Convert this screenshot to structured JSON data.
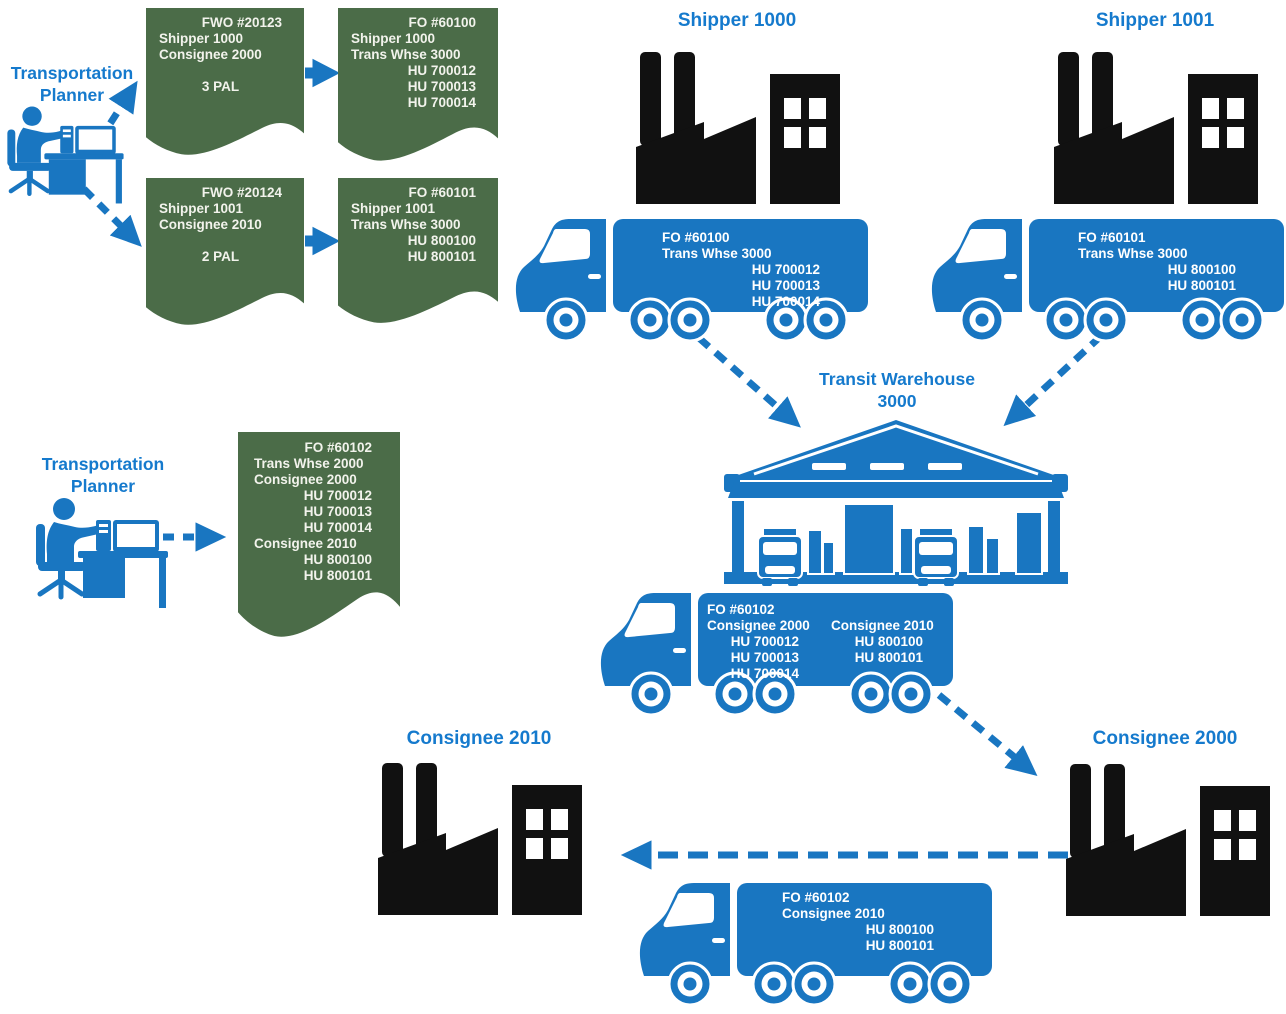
{
  "colors": {
    "accent_blue": "#1976C1",
    "label_blue": "#157ACD",
    "document_green": "#4B6C48",
    "factory_black": "#111111",
    "document_text": "#F2F3EC"
  },
  "planner_top": {
    "line1": "Transportation",
    "line2": "Planner"
  },
  "planner_left": {
    "line1": "Transportation",
    "line2": "Planner"
  },
  "locations": {
    "shipper_1000": "Shipper 1000",
    "shipper_1001": "Shipper 1001",
    "transit_warehouse_line1": "Transit Warehouse",
    "transit_warehouse_line2": "3000",
    "consignee_2010": "Consignee 2010",
    "consignee_2000": "Consignee 2000"
  },
  "documents": {
    "fwo_20123": {
      "title": "FWO #20123",
      "line1": "Shipper 1000",
      "line2": "Consignee 2000",
      "qty": "3 PAL"
    },
    "fo_60100": {
      "title": "FO #60100",
      "line1": "Shipper 1000",
      "line2": "Trans Whse 3000",
      "hu1": "HU 700012",
      "hu2": "HU 700013",
      "hu3": "HU 700014"
    },
    "fwo_20124": {
      "title": "FWO #20124",
      "line1": "Shipper 1001",
      "line2": "Consignee 2010",
      "qty": "2 PAL"
    },
    "fo_60101": {
      "title": "FO #60101",
      "line1": "Shipper 1001",
      "line2": "Trans Whse 3000",
      "hu1": "HU 800100",
      "hu2": "HU 800101"
    },
    "fo_60102": {
      "title": "FO #60102",
      "line1": "Trans Whse 2000",
      "line2": "Consignee 2000",
      "hu1": "HU 700012",
      "hu2": "HU 700013",
      "hu3": "HU 700014",
      "line3": "Consignee 2010",
      "hu4": "HU 800100",
      "hu5": "HU 800101"
    }
  },
  "trucks": {
    "to_warehouse_1": {
      "line1": "FO #60100",
      "line2": "Trans Whse 3000",
      "hu1": "HU 700012",
      "hu2": "HU 700013",
      "hu3": "HU 700014"
    },
    "to_warehouse_2": {
      "line1": "FO #60101",
      "line2": "Trans Whse 3000",
      "hu1": "HU 800100",
      "hu2": "HU 800101"
    },
    "from_warehouse": {
      "line1": "FO #60102",
      "col1_line": "Consignee 2000",
      "col1_hu1": "HU 700012",
      "col1_hu2": "HU 700013",
      "col1_hu3": "HU 700014",
      "col2_line": "Consignee 2010",
      "col2_hu1": "HU 800100",
      "col2_hu2": "HU 800101"
    },
    "to_consignee_2010": {
      "line1": "FO #60102",
      "line2": "Consignee 2010",
      "hu1": "HU 800100",
      "hu2": "HU 800101"
    }
  }
}
